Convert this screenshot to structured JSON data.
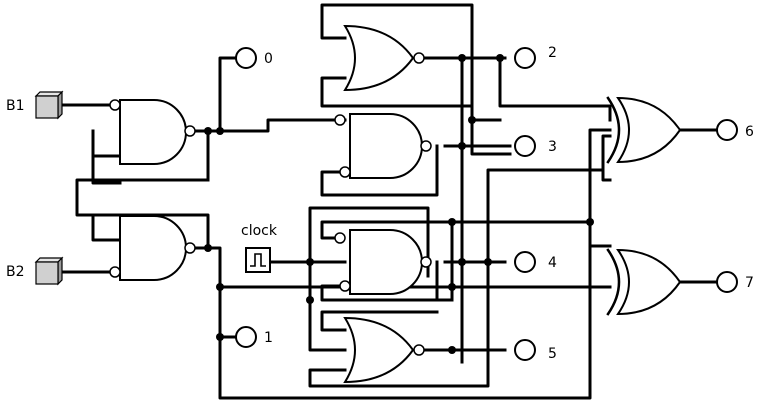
{
  "inputs": {
    "b1": "B1",
    "b2": "B2",
    "clock": "clock"
  },
  "outputs": [
    "0",
    "1",
    "2",
    "3",
    "4",
    "5",
    "6",
    "7"
  ],
  "colors": {
    "wire": "#000000",
    "background": "#ffffff"
  }
}
